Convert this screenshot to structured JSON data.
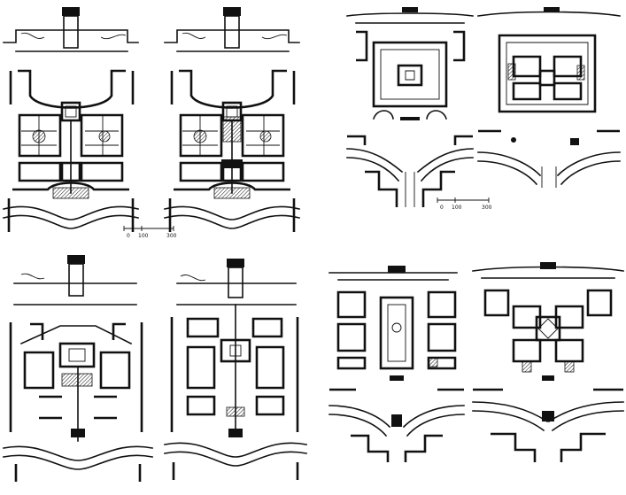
{
  "scale_bars": [
    {
      "id": "scale-bar-left",
      "ticks": [
        "0",
        "100",
        "300"
      ]
    },
    {
      "id": "scale-bar-right",
      "ticks": [
        "0",
        "100",
        "300"
      ]
    }
  ],
  "colors": {
    "ink": "#111111",
    "paper": "#ffffff"
  }
}
